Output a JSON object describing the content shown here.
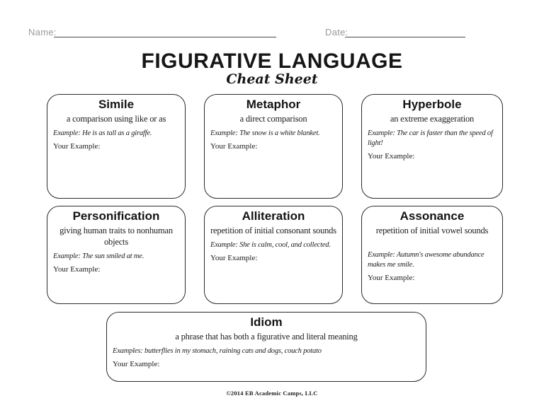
{
  "header": {
    "name_label": "Name:",
    "date_label": "Date:"
  },
  "title": "FIGURATIVE LANGUAGE",
  "subtitle": "Cheat Sheet",
  "cards": [
    {
      "title": "Simile",
      "definition": "a comparison using like or as",
      "example_label": "Example:",
      "example_text": "He is as tall as a giraffe.",
      "your_example_label": "Your Example:"
    },
    {
      "title": "Metaphor",
      "definition": "a direct comparison",
      "example_label": "Example:",
      "example_text": "The snow is a white blanket.",
      "your_example_label": "Your Example:"
    },
    {
      "title": "Hyperbole",
      "definition": "an extreme exaggeration",
      "example_label": "Example:",
      "example_text": "The car is faster than the speed of light!",
      "your_example_label": "Your Example:"
    },
    {
      "title": "Personification",
      "definition": "giving human traits to nonhuman objects",
      "example_label": "Example:",
      "example_text": "The sun smiled at me.",
      "your_example_label": "Your Example:"
    },
    {
      "title": "Alliteration",
      "definition": "repetition of initial consonant sounds",
      "example_label": "Example:",
      "example_text": "She is calm, cool, and collected.",
      "your_example_label": "Your Example:"
    },
    {
      "title": "Assonance",
      "definition": "repetition of initial vowel sounds",
      "example_label": "Example:",
      "example_text": "Autumn's awesome abundance makes me smile.",
      "your_example_label": "Your Example:"
    },
    {
      "title": "Idiom",
      "definition": "a phrase that has both a figurative and literal meaning",
      "example_label": "Examples:",
      "example_text": "butterflies in my stomach, raining cats and dogs, couch potato",
      "your_example_label": "Your Example:"
    }
  ],
  "footer": "©2014 EB Academic Camps, LLC"
}
